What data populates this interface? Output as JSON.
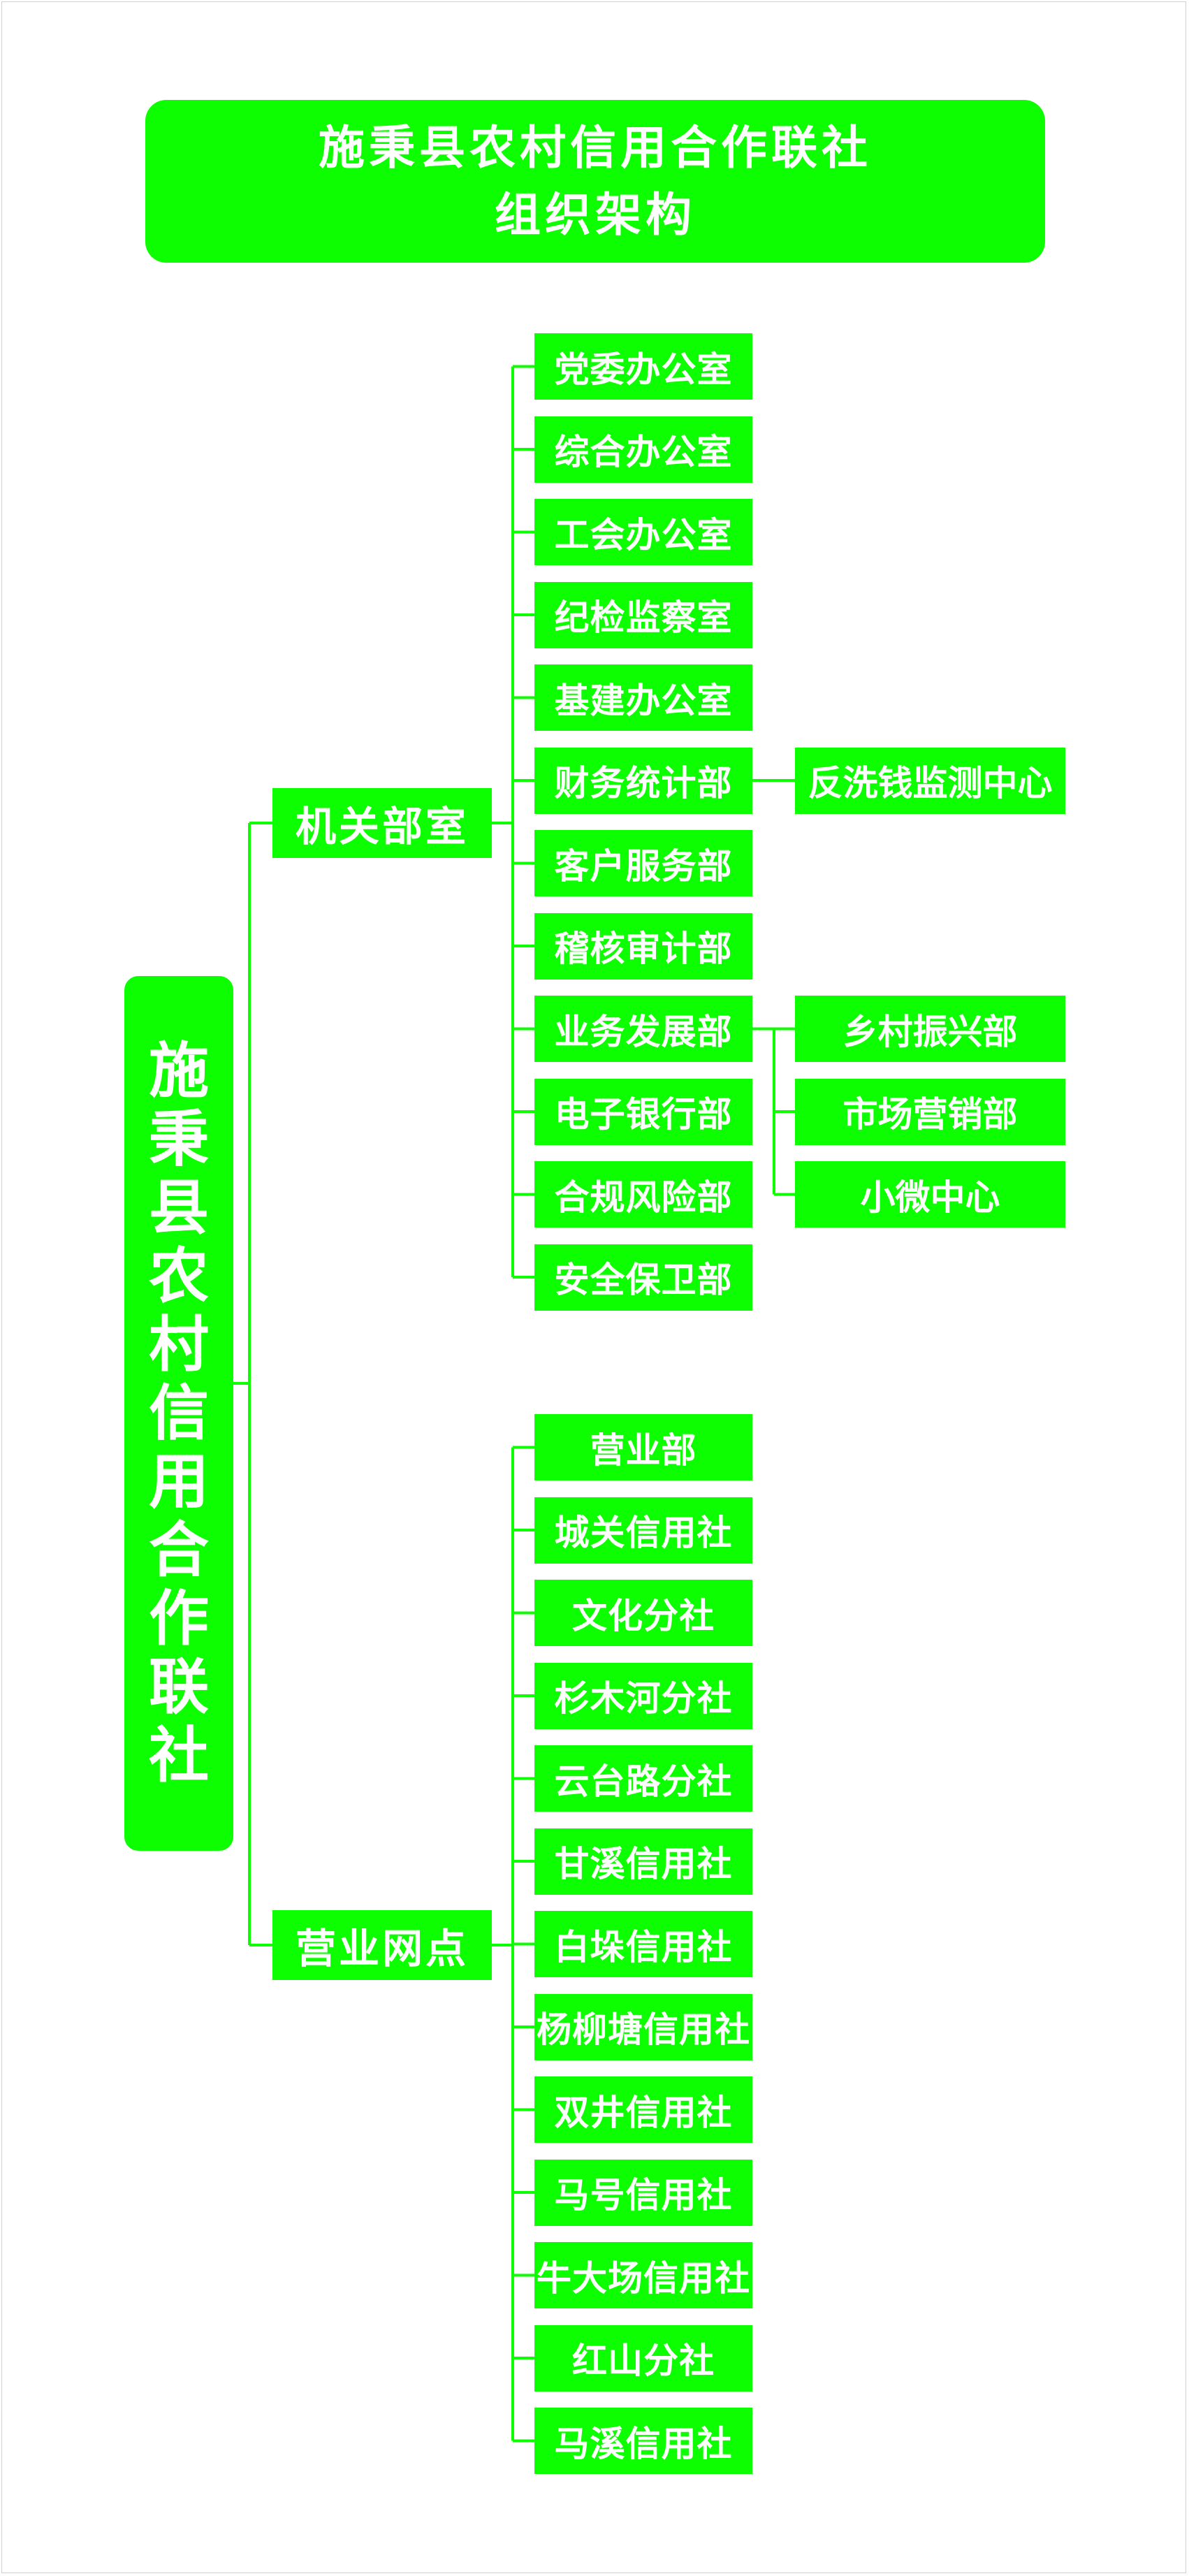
{
  "title": {
    "line1": "施秉县农村信用合作联社",
    "line2": "组织架构"
  },
  "root": "施秉县农村信用合作联社",
  "colors": {
    "box_fill": "#0dfe00",
    "line": "#0dfe00",
    "text": "#ffffff",
    "background": "#ffffff"
  },
  "branches": [
    {
      "label": "机关部室",
      "children": [
        {
          "label": "党委办公室",
          "children": []
        },
        {
          "label": "综合办公室",
          "children": []
        },
        {
          "label": "工会办公室",
          "children": []
        },
        {
          "label": "纪检监察室",
          "children": []
        },
        {
          "label": "基建办公室",
          "children": []
        },
        {
          "label": "财务统计部",
          "children": [
            "反洗钱监测中心"
          ]
        },
        {
          "label": "客户服务部",
          "children": []
        },
        {
          "label": "稽核审计部",
          "children": []
        },
        {
          "label": "业务发展部",
          "children": [
            "乡村振兴部",
            "市场营销部",
            "小微中心"
          ]
        },
        {
          "label": "电子银行部",
          "children": []
        },
        {
          "label": "合规风险部",
          "children": []
        },
        {
          "label": "安全保卫部",
          "children": []
        }
      ]
    },
    {
      "label": "营业网点",
      "children": [
        {
          "label": "营业部",
          "children": []
        },
        {
          "label": "城关信用社",
          "children": []
        },
        {
          "label": "文化分社",
          "children": []
        },
        {
          "label": "杉木河分社",
          "children": []
        },
        {
          "label": "云台路分社",
          "children": []
        },
        {
          "label": "甘溪信用社",
          "children": []
        },
        {
          "label": "白垛信用社",
          "children": []
        },
        {
          "label": "杨柳塘信用社",
          "children": []
        },
        {
          "label": "双井信用社",
          "children": []
        },
        {
          "label": "马号信用社",
          "children": []
        },
        {
          "label": "牛大场信用社",
          "children": []
        },
        {
          "label": "红山分社",
          "children": []
        },
        {
          "label": "马溪信用社",
          "children": []
        }
      ]
    }
  ]
}
